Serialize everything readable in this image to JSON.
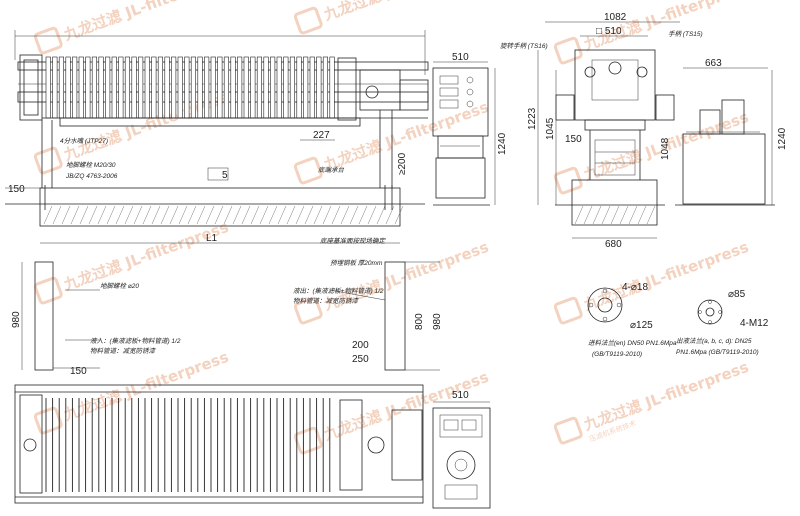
{
  "watermark": {
    "brand": "九龙过滤 JL-filterpress",
    "subtitle": "压滤机系统技术",
    "logo_letters": "JL"
  },
  "dimensions": {
    "d1082": "1082",
    "d510_box": "□ 510",
    "d663": "663",
    "d510_top": "510",
    "d1223": "1223",
    "d1045": "1045",
    "d1240_mid": "1240",
    "d1048": "1048",
    "d1240_right": "1240",
    "d150_right": "150",
    "d680": "680",
    "d227": "227",
    "d200_v": "≥200",
    "d150_left": "150",
    "dL1": "L1",
    "d5": "5",
    "d980_left": "980",
    "d800": "800",
    "d980_mid": "980",
    "d200_h": "200",
    "d250": "250",
    "d150_plan": "150",
    "d510_bottom": "510",
    "dia18": "4-⌀18",
    "dia125": "⌀125",
    "dia85": "⌀85",
    "m12": "4-M12"
  },
  "notes": {
    "drain_cock": "4分水嘴 (JTP27)",
    "anchor_bolt": "地脚螺栓 M20/30",
    "anchor_std": "JB/ZQ 4763-2006",
    "drain_trough": "底端承台",
    "base_level": "底座基准面按现场确定",
    "embedded_plate": "地脚螺栓 ⌀20",
    "liquid_in": "液入：(集液滤板+物料管道) 1/2",
    "feed_note": "物料管道：减宽防锈漆",
    "embed_thk": "预埋钢板  厚20mm",
    "liquid_out": "液出：(集液滤板+物料管道) 1/2",
    "feed_note2": "物料管道：减宽防锈漆",
    "flange_left": "进料法兰(en) DN50 PN1.6Mpa",
    "flange_left_std": "(GB/T9119-2010)",
    "flange_right": "出液法兰(a, b, c, d): DN25",
    "flange_right_std": "PN1.6Mpa (GB/T9119-2010)",
    "handwheel_left": "旋转手柄 (TS16)",
    "handwheel_right": "手柄 (TS15)"
  }
}
